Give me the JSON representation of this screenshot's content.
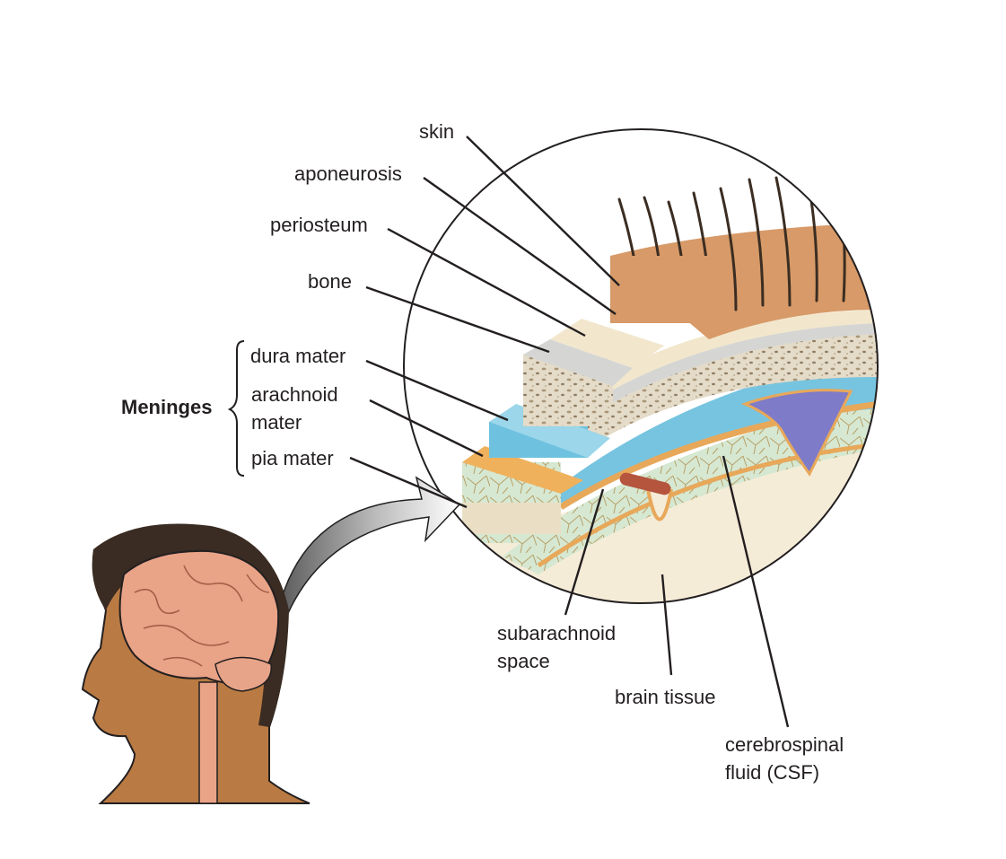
{
  "labels": {
    "skin": "skin",
    "aponeurosis": "aponeurosis",
    "periosteum": "periosteum",
    "bone": "bone",
    "dura": "dura mater",
    "arachnoid_1": "arachnoid",
    "arachnoid_2": "mater",
    "pia": "pia mater",
    "meninges": "Meninges",
    "subarachnoid_1": "subarachnoid",
    "subarachnoid_2": "space",
    "brain_tissue": "brain tissue",
    "csf_1": "cerebrospinal",
    "csf_2": "fluid (CSF)"
  },
  "colors": {
    "ink": "#231f20",
    "skin_layer": "#d79a68",
    "hair": "#3b2d22",
    "aponeurosis": "#f2e7cd",
    "periosteum": "#d5d6d4",
    "bone": "#e2d9c6",
    "dura": "#6fc2df",
    "arachnoid": "#f0b15c",
    "subarachnoid": "#d8e9d3",
    "brain": "#f5ecd8",
    "csf_sinus": "#7e7bc8",
    "head_skin": "#b97a43",
    "head_hair": "#3a2c22",
    "brain_pink": "#e9a387"
  }
}
